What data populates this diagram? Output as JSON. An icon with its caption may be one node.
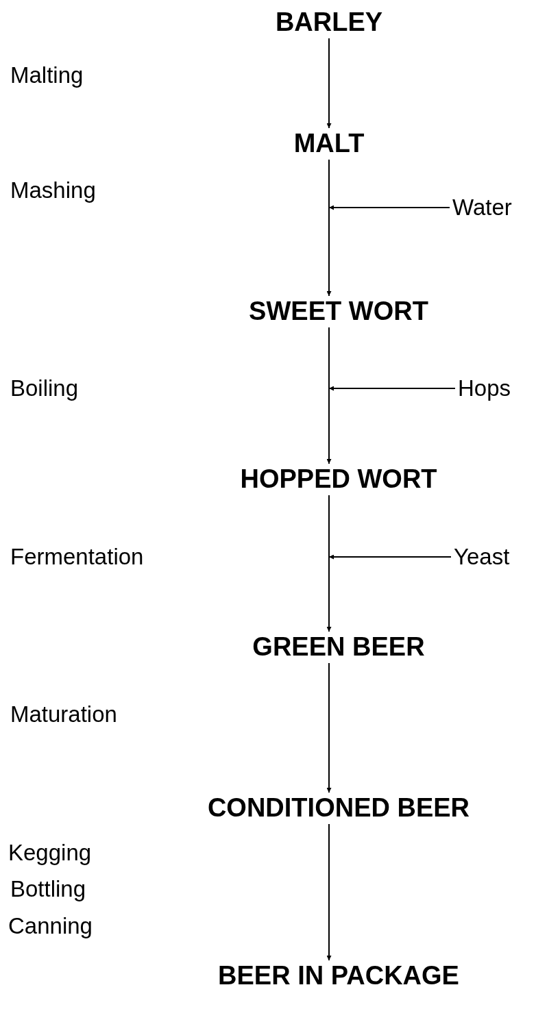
{
  "diagram": {
    "nodes": [
      {
        "text": [
          "BARLEY"
        ]
      },
      {
        "text": [
          "MALT"
        ]
      },
      {
        "text": [
          "SWEET WORT"
        ]
      },
      {
        "text": [
          "HOPPED WORT"
        ]
      },
      {
        "text": [
          "GREEN BEER"
        ]
      },
      {
        "text": [
          "CONDITIONED BEER"
        ]
      },
      {
        "text": [
          "BEER IN PACKAGE"
        ]
      },
      {
        "text": [
          "Water"
        ]
      },
      {
        "text": [
          "Hops"
        ]
      },
      {
        "text": [
          "Yeast"
        ]
      }
    ],
    "edges": [
      {
        "from": 0,
        "to": 1,
        "arrow": "to"
      },
      {
        "from": 1,
        "to": 2,
        "arrow": "to"
      },
      {
        "from": 2,
        "to": 3,
        "arrow": "to"
      },
      {
        "from": 3,
        "to": 4,
        "arrow": "to"
      },
      {
        "from": 4,
        "to": 5,
        "arrow": "to"
      },
      {
        "from": 5,
        "to": 6,
        "arrow": "to"
      },
      {
        "from": 7,
        "to": null,
        "arrow": "to"
      },
      {
        "from": 8,
        "to": null,
        "arrow": "to"
      },
      {
        "from": 9,
        "to": null,
        "arrow": "to"
      }
    ],
    "labels": [
      "Malting",
      "Mashing",
      "Boiling",
      "Fermentation",
      "Maturation",
      "Kegging",
      "Bottling",
      "Canning"
    ]
  }
}
